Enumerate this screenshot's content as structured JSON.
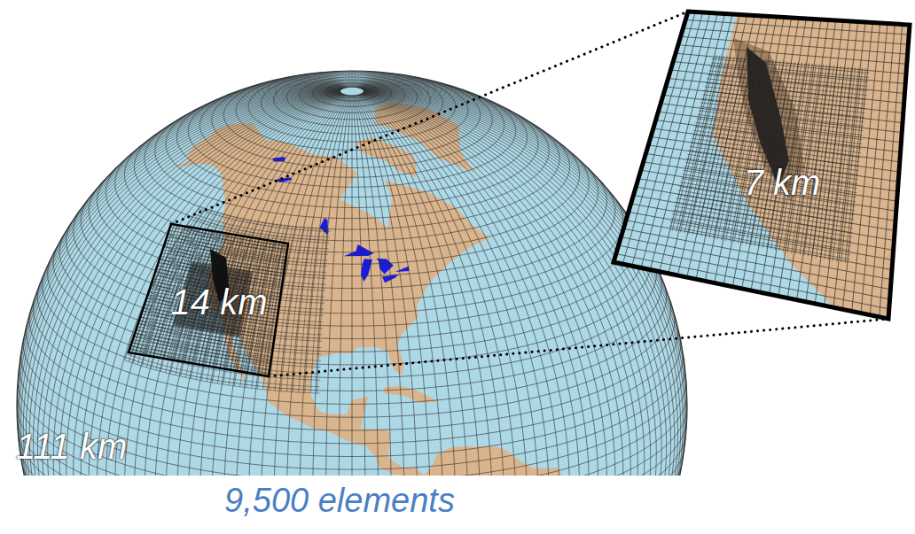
{
  "diagram": {
    "nodes": [
      {
        "text": [
          "14 km"
        ]
      },
      {
        "text": [
          "7 km"
        ]
      }
    ],
    "edges": [
      {
        "from": 0,
        "to": 1,
        "arrow": "none"
      },
      {
        "from": 0,
        "to": 1,
        "arrow": "none"
      }
    ],
    "labels": [
      "111 km",
      "9,500 elements"
    ]
  }
}
